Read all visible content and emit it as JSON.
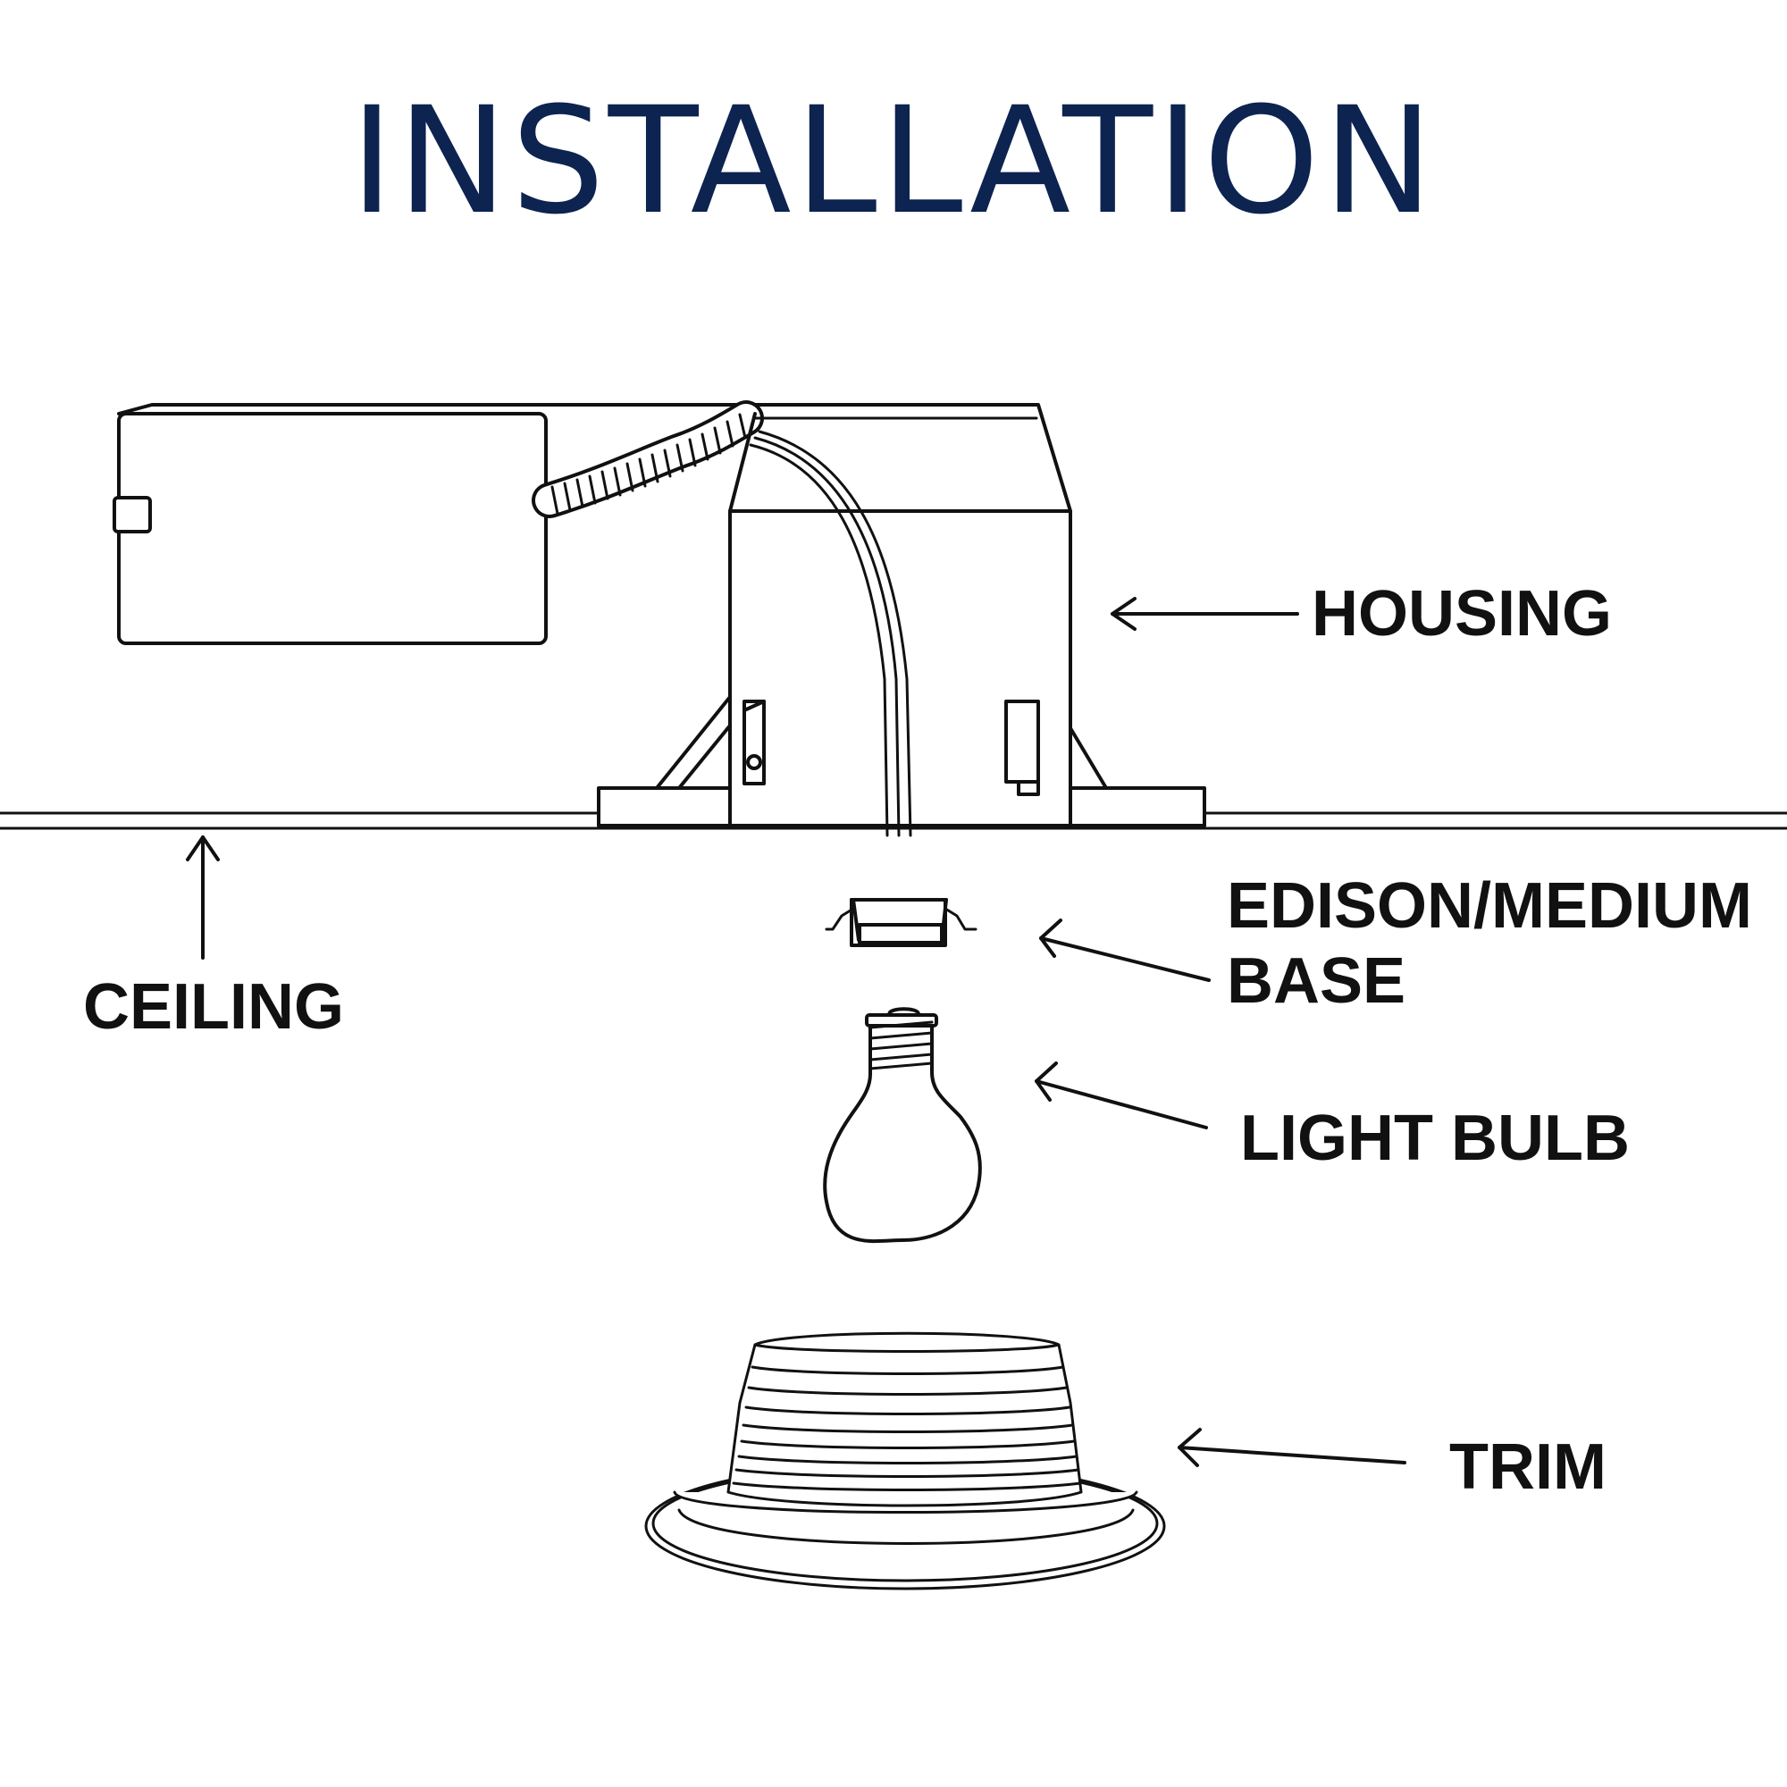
{
  "title": "INSTALLATION",
  "colors": {
    "title": "#0d2350",
    "line": "#111111",
    "background": "#ffffff"
  },
  "labels": {
    "housing": "HOUSING",
    "base_line1": "EDISON/MEDIUM",
    "base_line2": "BASE",
    "bulb": "LIGHT BULB",
    "trim": "TRIM",
    "ceiling": "CEILING"
  }
}
